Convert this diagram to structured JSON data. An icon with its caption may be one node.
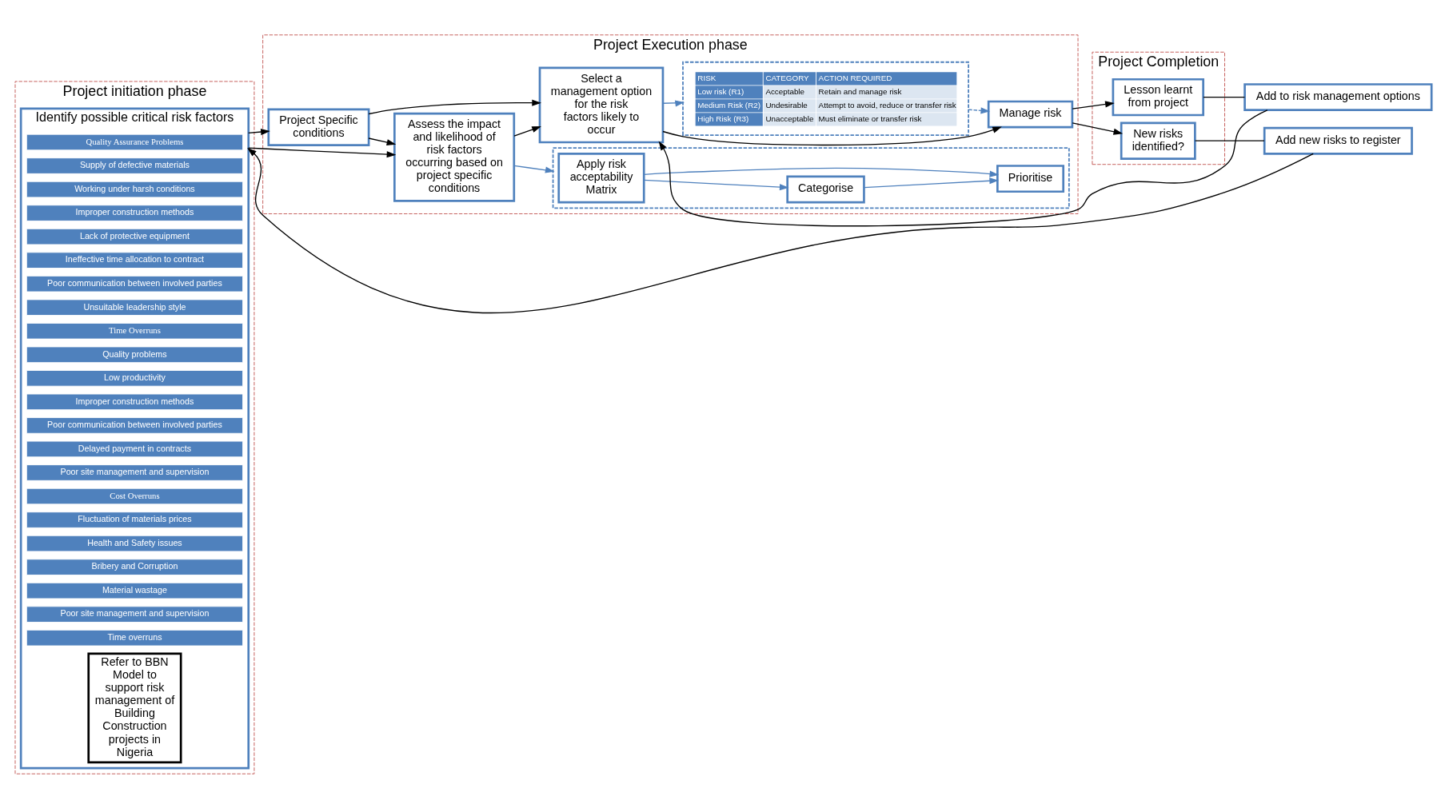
{
  "diagram": {
    "nodes": [
      {
        "text": [
          "Project initiation phase"
        ]
      },
      {
        "text": [
          "Project Execution phase"
        ]
      },
      {
        "text": [
          "Project Completion"
        ]
      },
      {
        "text": [
          "Identify possible critical risk factors"
        ],
        "in": 0
      },
      {
        "text": [
          "Quality Assurance Problems"
        ],
        "in": 3
      },
      {
        "text": [
          "Supply of defective materials"
        ],
        "in": 3
      },
      {
        "text": [
          "Working under harsh conditions"
        ],
        "in": 3
      },
      {
        "text": [
          "Improper construction methods"
        ],
        "in": 3
      },
      {
        "text": [
          "Lack of protective equipment"
        ],
        "in": 3
      },
      {
        "text": [
          "Ineffective time allocation to contract"
        ],
        "in": 3
      },
      {
        "text": [
          "Poor communication between involved parties"
        ],
        "in": 3
      },
      {
        "text": [
          "Unsuitable leadership style"
        ],
        "in": 3
      },
      {
        "text": [
          "Time Overruns"
        ],
        "in": 3
      },
      {
        "text": [
          "Quality problems"
        ],
        "in": 3
      },
      {
        "text": [
          "Low productivity"
        ],
        "in": 3
      },
      {
        "text": [
          "Improper construction methods"
        ],
        "in": 3
      },
      {
        "text": [
          "Poor communication between involved parties"
        ],
        "in": 3
      },
      {
        "text": [
          "Delayed payment in contracts"
        ],
        "in": 3
      },
      {
        "text": [
          "Poor site management and supervision"
        ],
        "in": 3
      },
      {
        "text": [
          "Cost Overruns"
        ],
        "in": 3
      },
      {
        "text": [
          "Fluctuation of materials prices"
        ],
        "in": 3
      },
      {
        "text": [
          "Health and Safety issues"
        ],
        "in": 3
      },
      {
        "text": [
          "Bribery and Corruption"
        ],
        "in": 3
      },
      {
        "text": [
          "Material wastage"
        ],
        "in": 3
      },
      {
        "text": [
          "Poor site management and supervision"
        ],
        "in": 3
      },
      {
        "text": [
          "Time overruns"
        ],
        "in": 3
      },
      {
        "text": [
          "Refer to BBN Model to support risk management of Building Construction projects in Nigeria"
        ],
        "in": 3
      },
      {
        "text": [
          "Project Specific conditions"
        ],
        "in": 1
      },
      {
        "text": [
          "Assess the impact and likelihood of risk factors occurring based on project specific conditions"
        ],
        "in": 1
      },
      {
        "text": [],
        "shape": "box",
        "in": 1
      },
      {
        "text": [
          "Apply risk acceptability Matrix"
        ],
        "in": 29
      },
      {
        "text": [
          "Categorise"
        ],
        "in": 29
      },
      {
        "text": [
          "Prioritise"
        ],
        "in": 29
      },
      {
        "text": [
          "Select a management option for the risk factors likely to occur"
        ],
        "in": 1
      },
      {
        "text": [
          "Manage risk"
        ],
        "in": 1
      },
      {
        "text": [],
        "shape": "box",
        "in": 1
      },
      {
        "text": [
          "Add to risk management options"
        ]
      },
      {
        "text": [
          "Lesson learnt from project"
        ],
        "in": 2
      },
      {
        "text": [
          "New risks identified?"
        ],
        "in": 2
      },
      {
        "text": [
          "Add new risks to register"
        ]
      }
    ],
    "edges": [
      {
        "from": 3,
        "to": 27,
        "arrow": "to"
      },
      {
        "from": 3,
        "to": 28,
        "arrow": "to"
      },
      {
        "from": 27,
        "to": 28,
        "arrow": "to"
      },
      {
        "from": 27,
        "to": 33,
        "arrow": "to"
      },
      {
        "from": 28,
        "to": 33,
        "arrow": "to"
      },
      {
        "from": 28,
        "to": 29,
        "arrow": "to",
        "color": "#4f81bd"
      },
      {
        "from": 30,
        "to": 31,
        "arrow": "to",
        "color": "#4f81bd"
      },
      {
        "from": 30,
        "to": 32,
        "arrow": "to",
        "color": "#4f81bd"
      },
      {
        "from": 31,
        "to": 32,
        "arrow": "to",
        "color": "#4f81bd"
      },
      {
        "from": 33,
        "to": 35,
        "arrow": "to",
        "color": "#4f81bd"
      },
      {
        "from": 35,
        "to": 34,
        "arrow": "to",
        "style": "dashed",
        "color": "#4f81bd"
      },
      {
        "from": 33,
        "to": 34,
        "arrow": "to"
      },
      {
        "from": 34,
        "to": 37,
        "arrow": "to"
      },
      {
        "from": 34,
        "to": 38,
        "arrow": "to"
      },
      {
        "from": 37,
        "to": 36,
        "arrow": "none"
      },
      {
        "from": 36,
        "to": 33,
        "arrow": "to"
      },
      {
        "from": 38,
        "to": 39,
        "arrow": "none"
      },
      {
        "from": 39,
        "to": 3,
        "arrow": "to"
      }
    ],
    "labels": [
      "RISK",
      "CATEGORY",
      "ACTION REQUIRED",
      "Low risk (R1)",
      "Acceptable",
      "Retain and manage risk",
      "Medium Risk (R2)",
      "Undesirable",
      "Attempt to avoid, reduce or transfer risk",
      "High Risk (R3)",
      "Unacceptable",
      "Must eliminate or transfer risk"
    ]
  }
}
